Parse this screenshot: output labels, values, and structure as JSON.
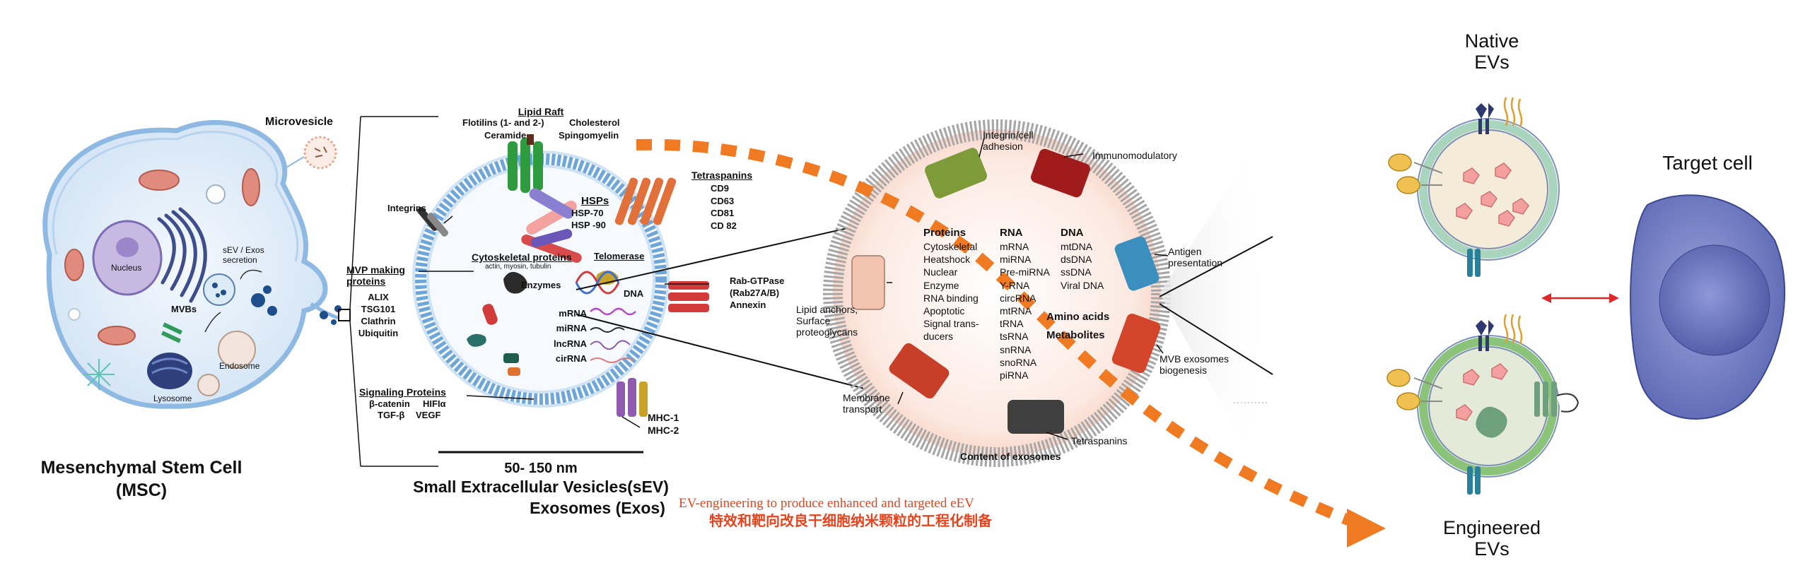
{
  "msc": {
    "title": "Mesenchymal Stem Cell",
    "abbr": "(MSC)",
    "labels": {
      "microvesicle": "Microvesicle",
      "nucleus": "Nucleus",
      "sev_secretion": "sEV / Exos secretion",
      "mvbs": "MVBs",
      "endosome": "Endosome",
      "lysosome": "Lysosome"
    }
  },
  "sev": {
    "size": "50- 150 nm",
    "title": "Small Extracellular Vesicles(sEV)",
    "subtitle": "Exosomes (Exos)",
    "lipid_raft": {
      "heading": "Lipid Raft",
      "left1": "Flotilins (1- and 2-)",
      "left2": "Ceramide",
      "right1": "Cholesterol",
      "right2": "Spingomyelin"
    },
    "tetraspanins": {
      "heading": "Tetraspanins",
      "items": [
        "CD9",
        "CD63",
        "CD81",
        "CD 82"
      ]
    },
    "integrins": "Integrins",
    "hsps": {
      "heading": "HSPs",
      "items": [
        "HSP-70",
        "HSP -90"
      ]
    },
    "cytoskeletal": {
      "heading": "Cytoskeletal proteins",
      "sub": "actin, myosin, tubulin"
    },
    "telomerase": "Telomerase",
    "enzymes": "Enzymes",
    "dna": "DNA",
    "rnas": [
      "mRNA",
      "miRNA",
      "lncRNA",
      "cirRNA"
    ],
    "mvp": {
      "heading": "MVP making proteins",
      "items": [
        "ALIX",
        "TSG101",
        "Clathrin",
        "Ubiquitin"
      ]
    },
    "rab": {
      "items": [
        "Rab-GTPase",
        "(Rab27A/B)",
        "Annexin"
      ]
    },
    "signaling": {
      "heading": "Signaling Proteins",
      "row1": [
        "β-catenin",
        "HIFIα"
      ],
      "row2": [
        "TGF-β",
        "VEGF"
      ]
    },
    "mhc": [
      "MHC-1",
      "MHC-2"
    ]
  },
  "exosome_content": {
    "caption": "Content of exosomes",
    "integrin": "Integrin/cell adhesion",
    "immunomodulatory": "Immunomodulatory",
    "antigen": "Antigen presentation",
    "lipid_anchors": "Lipid anchors, Surface proteoglycans",
    "mvb": "MVB exosomes biogenesis",
    "membrane": "Membrane transport",
    "tetraspanins": "Tetraspanins",
    "proteins": {
      "heading": "Proteins",
      "items": [
        "Cytoskeletal",
        "Heatshock",
        "Nuclear",
        "Enzyme",
        "RNA binding",
        "Apoptotic",
        "Signal trans-",
        "ducers"
      ]
    },
    "rna": {
      "heading": "RNA",
      "items": [
        "mRNA",
        "miRNA",
        "Pre-miRNA",
        "Y-RNA",
        "circRNA",
        "mtRNA",
        "tRNA",
        "tsRNA",
        "snRNA",
        "snoRNA",
        "piRNA"
      ]
    },
    "dna": {
      "heading": "DNA",
      "items": [
        "mtDNA",
        "dsDNA",
        "ssDNA",
        "Viral DNA"
      ]
    },
    "amino": "Amino acids",
    "metabolites": "Metabolites"
  },
  "engineering": {
    "en": "EV-engineering to produce enhanced and targeted eEV",
    "zh": "特效和靶向改良干细胞纳米颗粒的工程化制备"
  },
  "right_panel": {
    "native": [
      "Native",
      "EVs"
    ],
    "engineered": [
      "Engineered",
      "EVs"
    ],
    "target": "Target cell"
  },
  "colors": {
    "orange": "#F07A22",
    "red_text": "#E8431C",
    "membrane_blue": "#8DB9E3",
    "cell_fill": "#E6F0FA",
    "target_cell": "#7A86C8"
  }
}
